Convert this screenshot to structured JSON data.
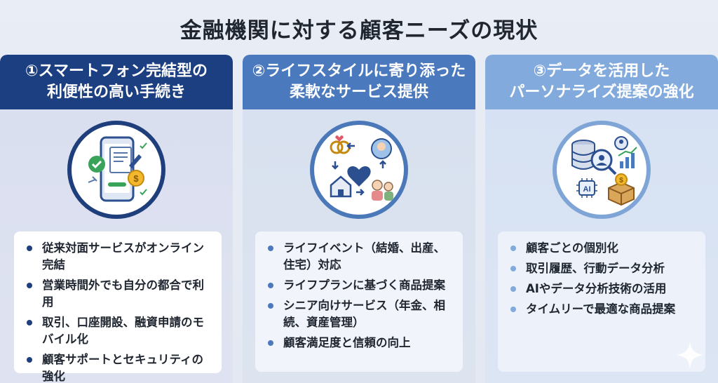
{
  "title": "金融機関に対する顧客ニーズの現状",
  "columns": [
    {
      "heading_line1": "①スマートフォン完結型の",
      "heading_line2": "利便性の高い手続き",
      "icon": "smartphone-document-icon",
      "items": [
        "従来対面サービスがオンライン完結",
        "営業時間外でも自分の都合で利用",
        "取引、口座開設、融資申請のモバイル化",
        "顧客サポートとセキュリティの強化"
      ]
    },
    {
      "heading_line1": "②ライフスタイルに寄り添った",
      "heading_line2": "柔軟なサービス提供",
      "icon": "life-events-cycle-icon",
      "items": [
        "ライフイベント（結婚、出産、住宅）対応",
        "ライフプランに基づく商品提案",
        "シニア向けサービス（年金、相続、資産管理）",
        "顧客満足度と信頼の向上"
      ]
    },
    {
      "heading_line1": "③データを活用した",
      "heading_line2": "パーソナライズ提案の強化",
      "icon": "data-analytics-icon",
      "items": [
        "顧客ごとの個別化",
        "取引履歴、行動データ分析",
        "AIやデータ分析技術の活用",
        "タイムリーで最適な商品提案"
      ]
    }
  ],
  "colors": {
    "col1": "#1c3f82",
    "col2": "#4a79bd",
    "col3": "#82aadc"
  },
  "ai_chip_label": "AI"
}
